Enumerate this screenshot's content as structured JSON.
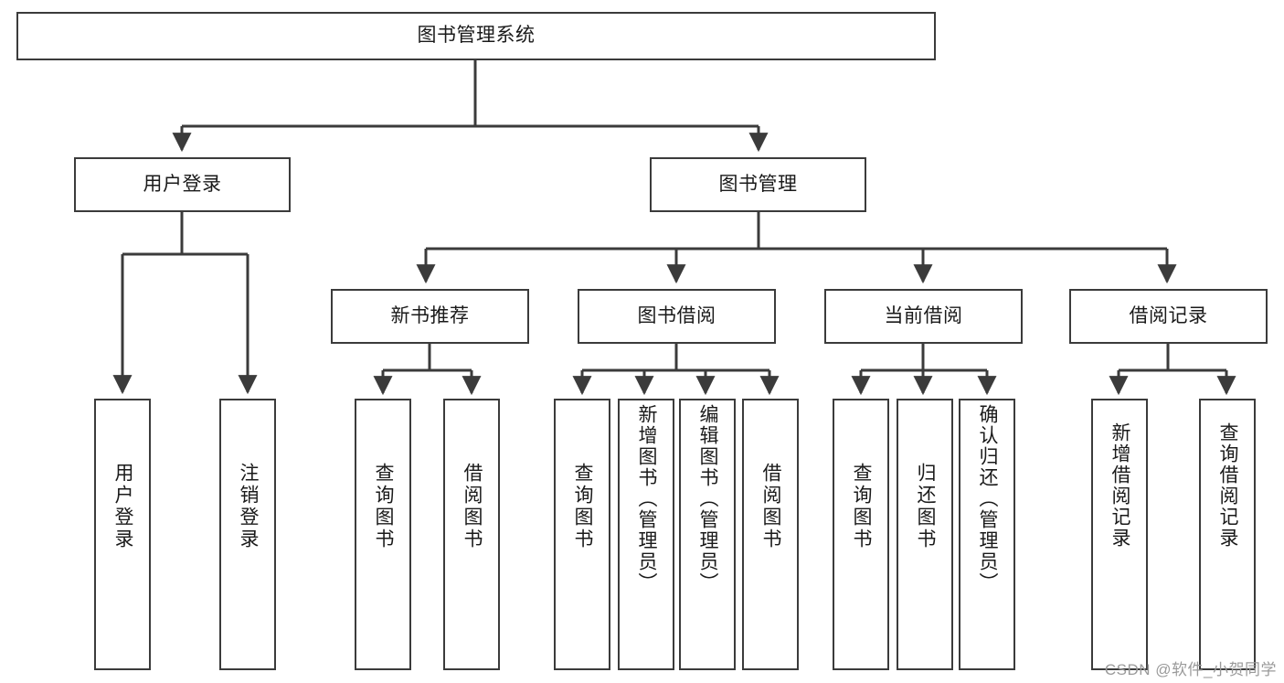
{
  "diagram": {
    "title": "图书管理系统",
    "type": "hierarchy-tree",
    "root": {
      "id": "root",
      "label": "图书管理系统",
      "orientation": "horizontal"
    },
    "level2": [
      {
        "id": "user-login",
        "label": "用户登录",
        "orientation": "horizontal"
      },
      {
        "id": "book-manage",
        "label": "图书管理",
        "orientation": "horizontal"
      }
    ],
    "level3": [
      {
        "id": "new-book-rec",
        "label": "新书推荐",
        "orientation": "horizontal"
      },
      {
        "id": "book-borrow",
        "label": "图书借阅",
        "orientation": "horizontal"
      },
      {
        "id": "current-borrow",
        "label": "当前借阅",
        "orientation": "horizontal"
      },
      {
        "id": "borrow-record",
        "label": "借阅记录",
        "orientation": "horizontal"
      }
    ],
    "leaves": {
      "user_login": [
        {
          "id": "leaf-user-login",
          "label": "用户登录",
          "orientation": "vertical"
        },
        {
          "id": "leaf-logout",
          "label": "注销登录",
          "orientation": "vertical"
        }
      ],
      "new_book_rec": [
        {
          "id": "leaf-query-book-1",
          "label": "查询图书",
          "orientation": "vertical"
        },
        {
          "id": "leaf-borrow-book-1",
          "label": "借阅图书",
          "orientation": "vertical"
        }
      ],
      "book_borrow": [
        {
          "id": "leaf-query-book-2",
          "label": "查询图书",
          "orientation": "vertical"
        },
        {
          "id": "leaf-add-book",
          "label": "新增图书（管理员）",
          "orientation": "vertical"
        },
        {
          "id": "leaf-edit-book",
          "label": "编辑图书（管理员）",
          "orientation": "vertical"
        },
        {
          "id": "leaf-borrow-book-2",
          "label": "借阅图书",
          "orientation": "vertical"
        }
      ],
      "current_borrow": [
        {
          "id": "leaf-query-book-3",
          "label": "查询图书",
          "orientation": "vertical"
        },
        {
          "id": "leaf-return-book",
          "label": "归还图书",
          "orientation": "vertical"
        },
        {
          "id": "leaf-confirm-return",
          "label": "确认归还（管理员）",
          "orientation": "vertical"
        }
      ],
      "borrow_record": [
        {
          "id": "leaf-add-record",
          "label": "新增借阅记录",
          "orientation": "vertical"
        },
        {
          "id": "leaf-query-record",
          "label": "查询借阅记录",
          "orientation": "vertical"
        }
      ]
    },
    "colors": {
      "stroke": "#3b3b3b",
      "fill": "#ffffff",
      "text": "#1a1a1a",
      "watermark": "#9a9a9a"
    }
  },
  "watermark": {
    "text": "CSDN @软件_小贺同学"
  }
}
